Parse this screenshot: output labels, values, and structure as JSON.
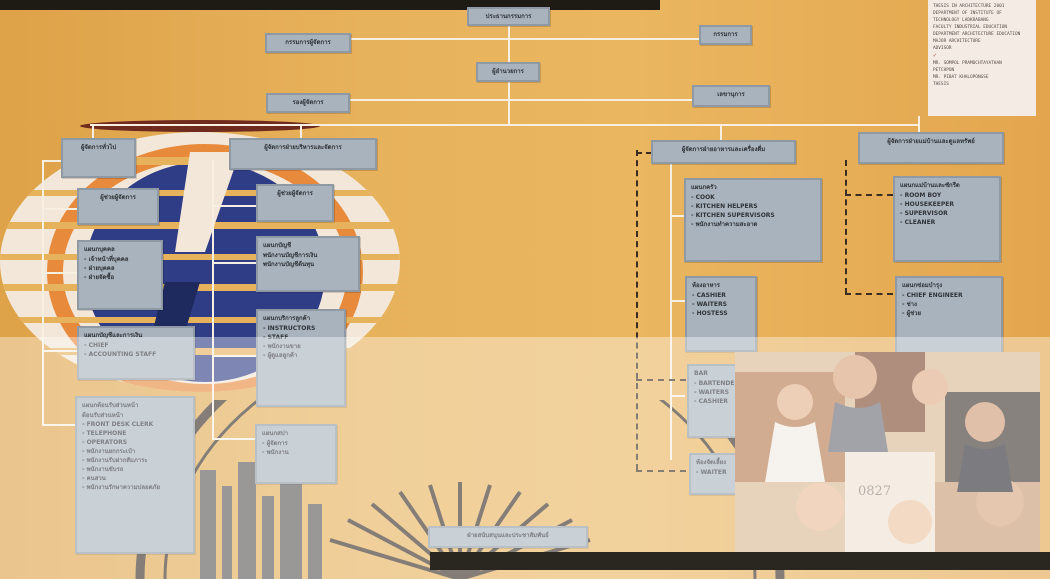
{
  "chart_data": {
    "type": "org-chart",
    "nodes": [
      {
        "id": "n1",
        "title": "ประธานกรรมการ",
        "items": []
      },
      {
        "id": "n2",
        "title": "กรรมการผู้จัดการ",
        "items": []
      },
      {
        "id": "n3",
        "title": "กรรมการ",
        "items": []
      },
      {
        "id": "n4",
        "title": "ผู้อำนวยการ",
        "items": []
      },
      {
        "id": "n5",
        "title": "รองผู้จัดการ",
        "items": []
      },
      {
        "id": "n6",
        "title": "เลขานุการ",
        "items": []
      },
      {
        "id": "n7",
        "title": "ผู้จัดการทั่วไป",
        "items": []
      },
      {
        "id": "n8",
        "title": "ผู้จัดการฝ่ายบริหารและจัดการ",
        "items": []
      },
      {
        "id": "n9",
        "title": "ผู้จัดการฝ่ายอาหารและเครื่องดื่ม",
        "items": []
      },
      {
        "id": "n10",
        "title": "ผู้จัดการฝ่ายแม่บ้านและดูแลทรัพย์",
        "items": []
      },
      {
        "id": "n11",
        "title": "ผู้ช่วยผู้จัดการ",
        "items": []
      },
      {
        "id": "n12",
        "title": "ผู้ช่วยผู้จัดการ",
        "items": []
      },
      {
        "id": "n13",
        "title": "แผนกบุคคล",
        "items": [
          "- เจ้าหน้าที่บุคคล",
          "- ฝ่ายบุคคล",
          "- ฝ่ายจัดซื้อ"
        ]
      },
      {
        "id": "n14",
        "title": "แผนกบัญชี",
        "items": [
          "พนักงานบัญชีการเงิน",
          "พนักงานบัญชีต้นทุน"
        ]
      },
      {
        "id": "n15",
        "title": "แผนกครัว",
        "items": [
          "- COOK",
          "- KITCHEN HELPERS",
          "- KITCHEN SUPERVISORS",
          "- พนักงานทำความสะอาด"
        ]
      },
      {
        "id": "n16",
        "title": "แผนกแม่บ้านและซักรีด",
        "items": [
          "- ROOM BOY",
          "- HOUSEKEEPER",
          "- SUPERVISOR",
          "- CLEANER"
        ]
      },
      {
        "id": "n17",
        "title": "ห้องอาหาร",
        "items": [
          "- CASHIER",
          "- WAITERS",
          "- HOSTESS"
        ]
      },
      {
        "id": "n18",
        "title": "แผนกซ่อมบำรุง",
        "items": [
          "- CHIEF ENGINEER",
          "- ช่าง",
          "- ผู้ช่วย"
        ]
      },
      {
        "id": "n19",
        "title": "แผนกบัญชีและการเงิน",
        "items": [
          "- CHIEF",
          "- ACCOUNTING STAFF"
        ]
      },
      {
        "id": "n20",
        "title": "แผนกบริการลูกค้า",
        "items": [
          "- INSTRUCTORS",
          "- STAFF",
          "- พนักงานขาย",
          "- ผู้ดูแลลูกค้า"
        ]
      },
      {
        "id": "n21",
        "title": "BAR",
        "items": [
          "- BARTENDERS",
          "- WAITERS",
          "- CASHIER"
        ]
      },
      {
        "id": "n22",
        "title": "แผนกต้อนรับส่วนหน้า",
        "items": [
          "ต้อนรับส่วนหน้า",
          "- FRONT DESK CLERK",
          "- TELEPHONE",
          "- OPERATORS",
          "- พนักงานยกกระเป๋า",
          "- พนักงานรับฝากสัมภาระ",
          "- พนักงานขับรถ",
          "- คนสวน",
          "- พนักงานรักษาความปลอดภัย"
        ]
      },
      {
        "id": "n23",
        "title": "แผนกสปา",
        "items": [
          "- ผู้จัดการ",
          "- พนักงาน"
        ]
      },
      {
        "id": "n24",
        "title": "ห้องจัดเลี้ยง",
        "items": [
          "- WAITER"
        ]
      },
      {
        "id": "n25",
        "title": "ฝ่ายสนับสนุนและประชาสัมพันธ์",
        "items": []
      }
    ],
    "edges": [
      [
        "n1",
        "n2"
      ],
      [
        "n1",
        "n3"
      ],
      [
        "n1",
        "n4"
      ],
      [
        "n4",
        "n5"
      ],
      [
        "n4",
        "n6"
      ],
      [
        "n5",
        "n7"
      ],
      [
        "n5",
        "n8"
      ],
      [
        "n5",
        "n9"
      ],
      [
        "n5",
        "n10"
      ],
      [
        "n7",
        "n11"
      ],
      [
        "n7",
        "n13"
      ],
      [
        "n7",
        "n19"
      ],
      [
        "n7",
        "n22"
      ],
      [
        "n8",
        "n12"
      ],
      [
        "n8",
        "n14"
      ],
      [
        "n8",
        "n20"
      ],
      [
        "n8",
        "n23"
      ],
      [
        "n9",
        "n15"
      ],
      [
        "n9",
        "n17"
      ],
      [
        "n9",
        "n21"
      ],
      [
        "n9",
        "n24"
      ],
      [
        "n10",
        "n16"
      ],
      [
        "n10",
        "n18"
      ]
    ]
  },
  "note": {
    "lines": [
      "THESIS IN ARCHITECTURE 2001",
      "DEPARTMENT OF INSTITUTE OF",
      "TECHNOLOGY LADKRABANG",
      "FACULTY INDUSTRIAL EDUCATION",
      "DEPARTMENT ARCHITECTURE EDUCATION",
      "MAJOR ARCHITECTURE",
      "ADVISOR",
      "MR. SOMPOL PRAMOCHTAYATHAN",
      "PETCHPON",
      "MR. PIBAT KHALOPONGSE",
      "THESIS"
    ],
    "mark": "✓"
  },
  "photo_number": "0827"
}
